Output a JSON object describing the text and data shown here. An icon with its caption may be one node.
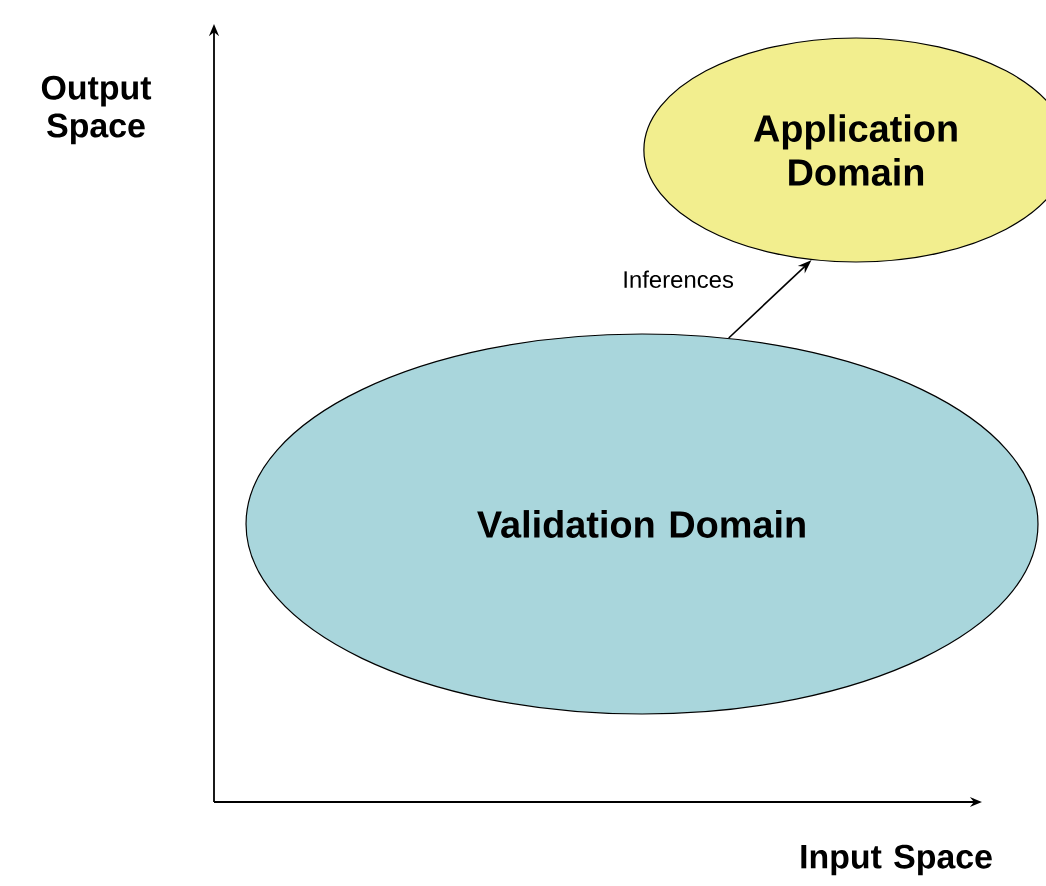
{
  "diagram": {
    "nodes": [
      {
        "text": [
          "Validation Domain"
        ]
      },
      {
        "text": [
          "Application Domain"
        ]
      }
    ],
    "edges": [
      {
        "from": 0,
        "to": 1,
        "arrow": "to",
        "label": "Inferences"
      }
    ],
    "labels": [
      "Output Space",
      "Input Space"
    ]
  }
}
